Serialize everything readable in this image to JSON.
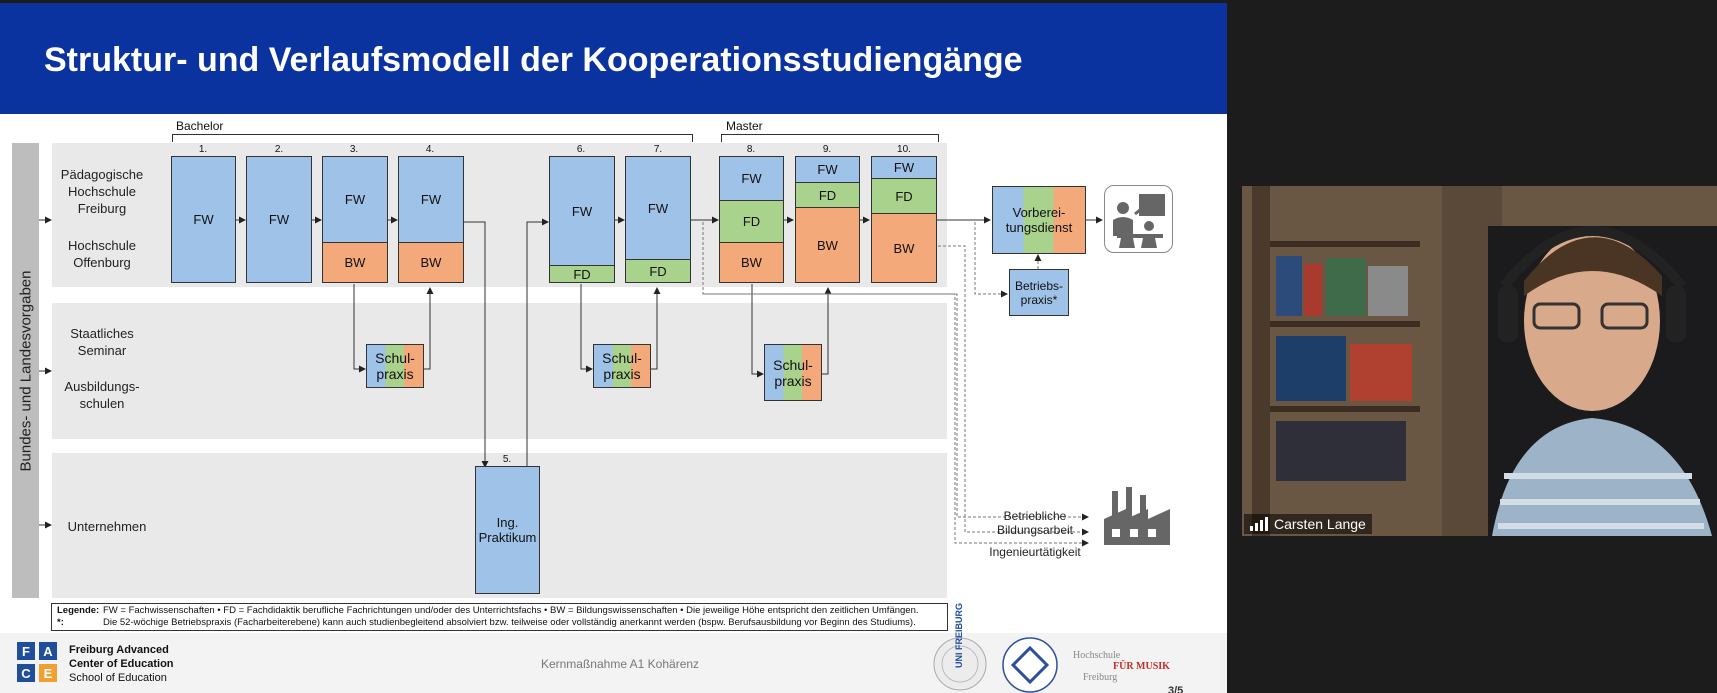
{
  "slide": {
    "title": "Struktur- und Verlaufsmodell der Kooperationsstudiengänge",
    "phase_bachelor": "Bachelor",
    "phase_master": "Master",
    "vertical_label": "Bundes- und Landesvorgaben",
    "lanes": {
      "ph_line1": "Pädagogische",
      "ph_line2": "Hochschule",
      "ph_line3": "Freiburg",
      "ho_line1": "Hochschule",
      "ho_line2": "Offenburg",
      "sem_line1": "Staatliches",
      "sem_line2": "Seminar",
      "aus_line1": "Ausbildungs-",
      "aus_line2": "schulen",
      "unternehmen": "Unternehmen"
    },
    "semesters": [
      "1.",
      "2.",
      "3.",
      "4.",
      "5.",
      "6.",
      "7.",
      "8.",
      "9.",
      "10."
    ],
    "abbr": {
      "fw": "FW",
      "fd": "FD",
      "bw": "BW"
    },
    "schulpraxis_1": "Schul-",
    "schulpraxis_2": "praxis",
    "praktikum_1": "Ing.",
    "praktikum_2": "Praktikum",
    "vorb_1": "Vorberei-",
    "vorb_2": "tungsdienst",
    "betrieb_1": "Betriebs-",
    "betrieb_2": "praxis*",
    "out_1": "Betriebliche",
    "out_2": "Bildungsarbeit",
    "out_3": "Ingenieurtätigkeit",
    "legend_key1": "Legende:",
    "legend_line1": "FW = Fachwissenschaften • FD = Fachdidaktik berufliche Fachrichtungen und/oder des Unterrichtsfachs • BW = Bildungswissenschaften • Die jeweilige Höhe entspricht den zeitlichen Umfängen.",
    "legend_key2": "*:",
    "legend_line2": "Die 52-wöchige Betriebspraxis (Facharbeiterebene) kann auch studienbegleitend absolviert bzw. teilweise oder vollständig anerkannt werden (bspw. Berufsausbildung vor Beginn des Studiums).",
    "footer_center": "Kernmaßnahme A1 Kohärenz",
    "face_letters": [
      "F",
      "A",
      "C",
      "E"
    ],
    "face_name_1": "Freiburg Advanced",
    "face_name_2": "Center of Education",
    "face_name_3": "School of Education",
    "uni_logo": "UNI FREIBURG",
    "hfm_1": "Hochschule",
    "hfm_2": "FÜR MUSIK",
    "hfm_3": "Freiburg",
    "page_num": "3/5"
  },
  "video": {
    "participant_name": "Carsten Lange"
  },
  "colors": {
    "title_bar": "#0a33a0",
    "fw": "#9fc3e8",
    "fd": "#a9d38c",
    "bw": "#f4a97b",
    "lane": "#e9e9e9"
  }
}
